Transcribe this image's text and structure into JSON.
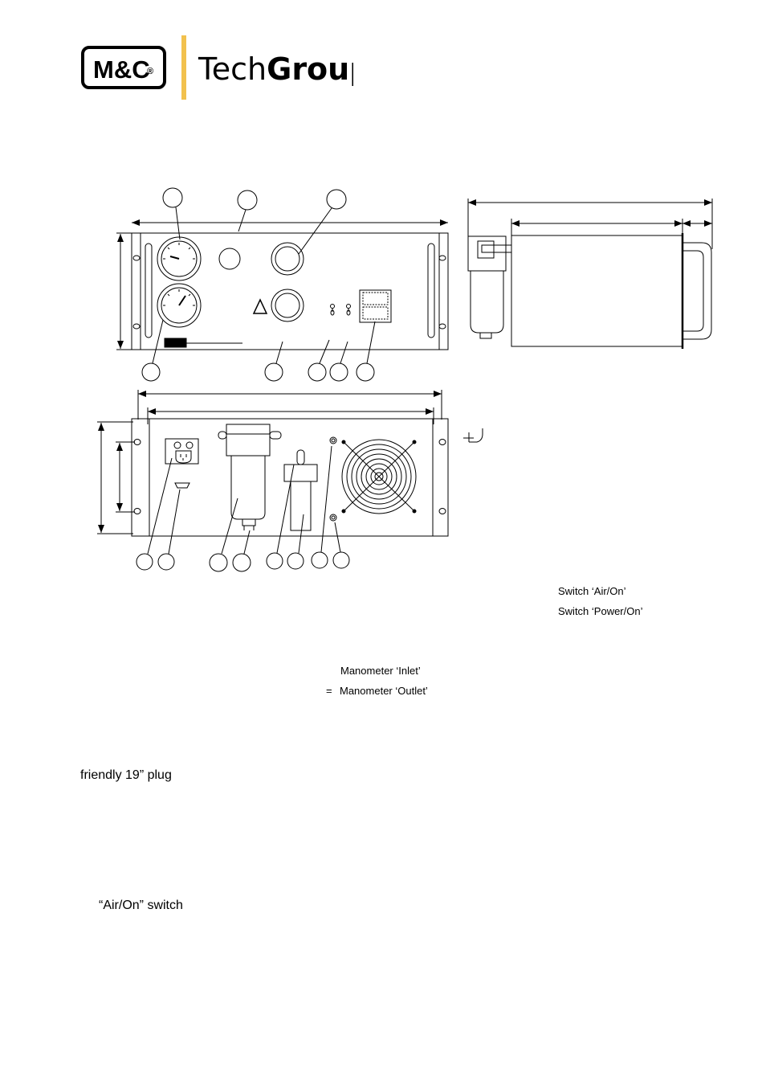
{
  "header": {
    "brand_badge": "M&C",
    "registered_mark": "®",
    "brand_name_light": "Tech",
    "brand_name_bold": "Group"
  },
  "legend": {
    "switch_air_on": "Switch ‘Air/On’",
    "switch_power_on": "Switch ‘Power/On’",
    "manometer_inlet": "Manometer ‘Inlet’",
    "manometer_outlet_prefix": "=",
    "manometer_outlet": "Manometer ‘Outlet’"
  },
  "body_text": {
    "plug_line": "friendly 19” plug",
    "switch_line": "“Air/On” switch"
  },
  "colors": {
    "logo_bar": "#f2c14e",
    "line": "#000000"
  }
}
